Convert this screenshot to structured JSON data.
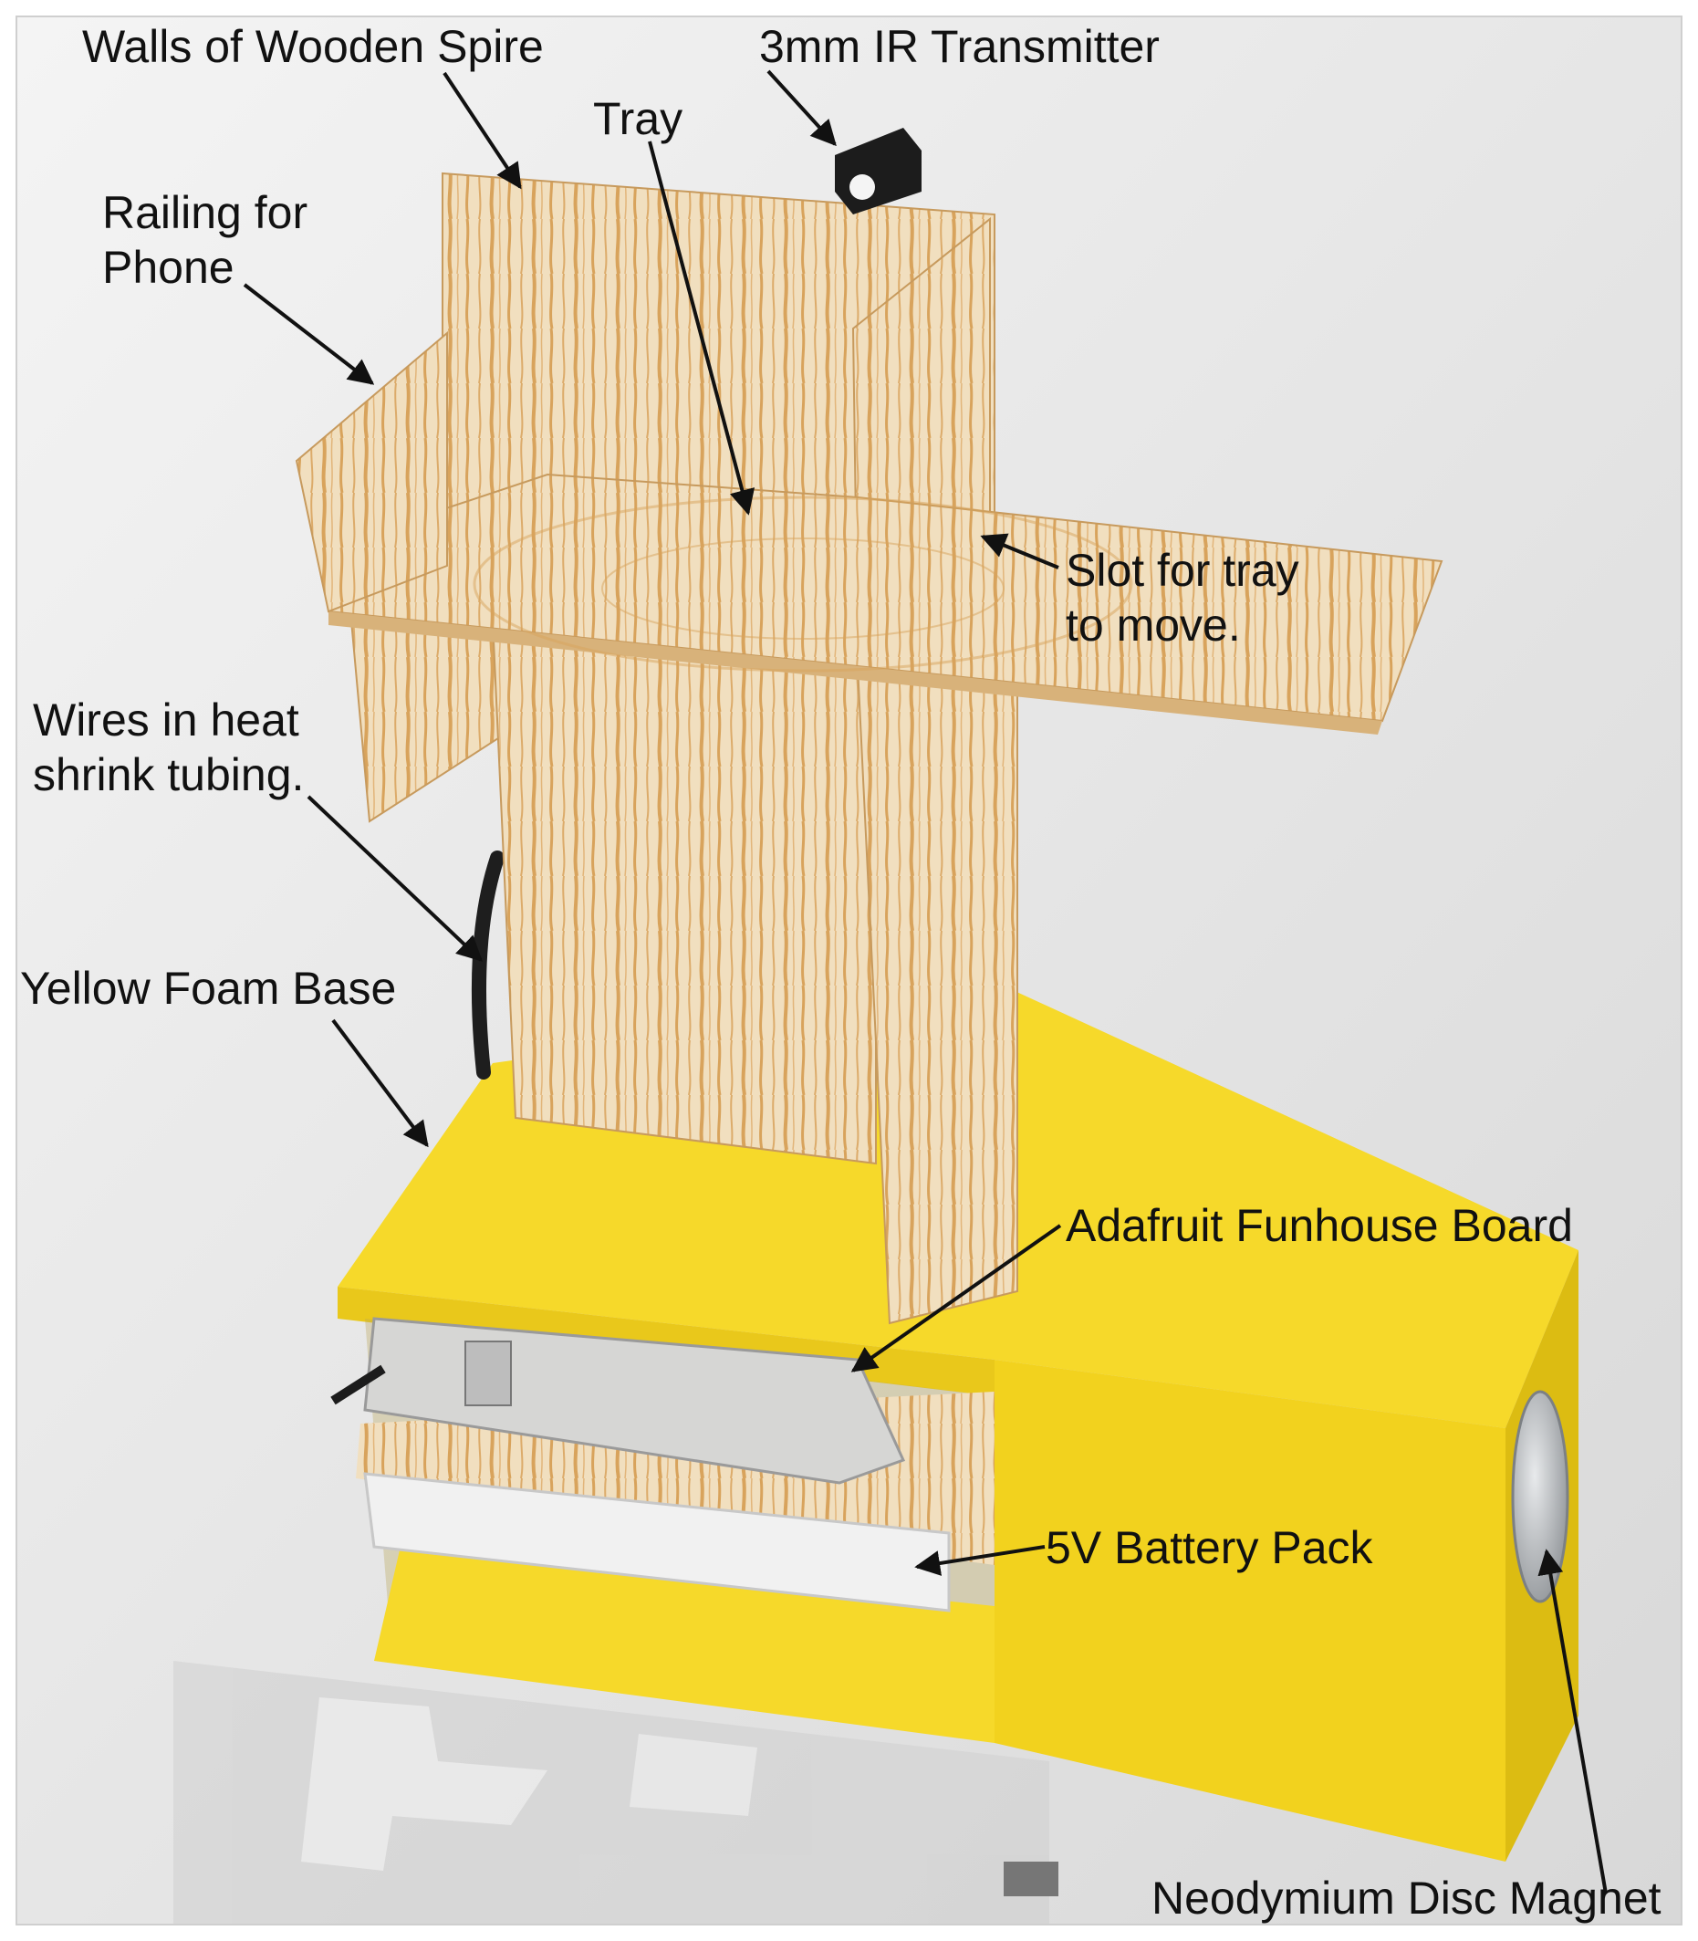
{
  "figure": {
    "callouts": [
      {
        "id": "walls",
        "lines": [
          "Walls of Wooden Spire"
        ]
      },
      {
        "id": "ir",
        "lines": [
          "3mm IR Transmitter"
        ]
      },
      {
        "id": "tray",
        "lines": [
          "Tray"
        ]
      },
      {
        "id": "railing",
        "lines": [
          "Railing for",
          "Phone"
        ]
      },
      {
        "id": "slot",
        "lines": [
          "Slot for tray",
          "to move."
        ]
      },
      {
        "id": "wires",
        "lines": [
          "Wires in heat",
          "shrink tubing."
        ]
      },
      {
        "id": "base",
        "lines": [
          "Yellow Foam Base"
        ]
      },
      {
        "id": "board",
        "lines": [
          "Adafruit Funhouse Board"
        ]
      },
      {
        "id": "battery",
        "lines": [
          "5V Battery Pack"
        ]
      },
      {
        "id": "magnet",
        "lines": [
          "Neodymium Disc Magnet"
        ]
      }
    ],
    "colors": {
      "background": "#e6e6e6",
      "wood": "#f1dfbf",
      "wood_grain": "#d8a35c",
      "foam": "#f6d92a",
      "foam_shadow": "#dcbc12",
      "board": "#d6d6d4",
      "battery": "#f1f1f1",
      "ir_module": "#1c1c1c",
      "magnet": "#b8bcc0",
      "text": "#111111"
    }
  }
}
